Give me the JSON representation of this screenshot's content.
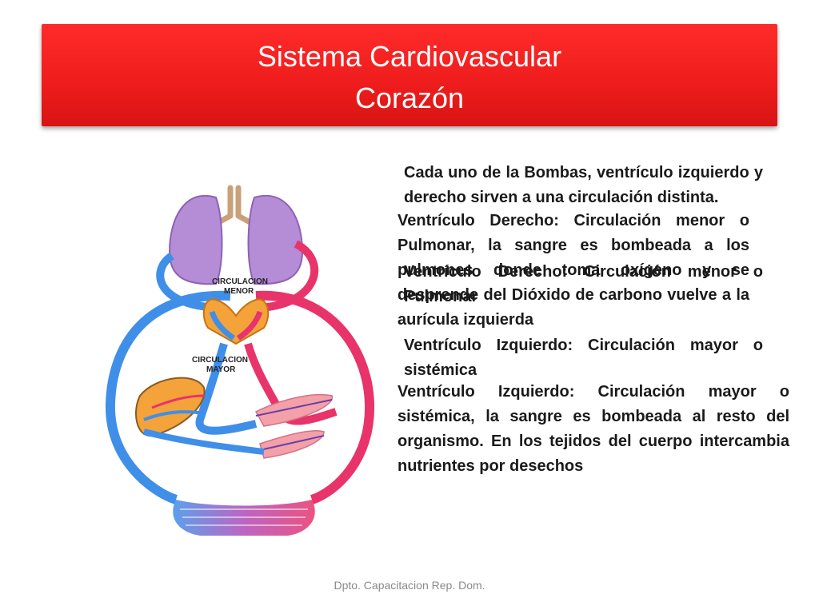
{
  "slide": {
    "title_line1": "Sistema Cardiovascular",
    "title_line2": "Corazón",
    "colors": {
      "title_bg": "#ee1c1c",
      "title_text": "#ffffff",
      "artery": "#e8336b",
      "vein": "#3f8fe8",
      "lung": "#b58cd6"
    }
  },
  "diagram": {
    "label_menor_1": "CIRCULACION",
    "label_menor_2": "MENOR",
    "label_mayor_1": "CIRCULACION",
    "label_mayor_2": "MAYOR"
  },
  "text_blocks": {
    "intro": "Cada uno de la Bombas, ventrículo izquierdo y derecho sirven a una circulación distinta.",
    "derecho_detail": "Ventrículo Derecho: Circulación menor o Pulmonar, la sangre es bombeada a los pulmones donde toma oxígeno y se desprende del Dióxido de carbono vuelve a la aurícula izquierda",
    "derecho_short": "Ventrículo Derecho: Circulación menor o Pulmonar",
    "izquierdo_short": "Ventrículo Izquierdo: Circulación mayor o sistémica",
    "izquierdo_detail": "Ventrículo Izquierdo: Circulación mayor o sistémica, la sangre es bombeada al resto del organismo. En los tejidos del cuerpo intercambia nutrientes por desechos"
  },
  "footer": "Dpto. Capacitacion Rep. Dom."
}
